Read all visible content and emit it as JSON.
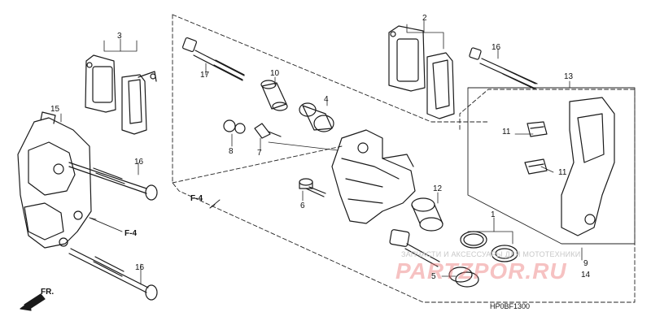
{
  "callouts": {
    "c1": "1",
    "c2": "2",
    "c3": "3",
    "c4": "4",
    "c5": "5",
    "c6": "6",
    "c7": "7",
    "c8": "8",
    "c9": "9",
    "c10": "10",
    "c11a": "11",
    "c11b": "11",
    "c12": "12",
    "c13": "13",
    "c14": "14",
    "c15": "15",
    "c16a": "16",
    "c16b": "16",
    "c16c": "16",
    "c17": "17",
    "f4a": "F-4",
    "f4b": "F-4"
  },
  "front_arrow": "FR.",
  "watermark": {
    "line1": "ЗАПЧАСТИ И АКСЕССУАРЫ ДЛЯ МОТОТЕХНИКИ",
    "brand": "PARTZPOR.RU"
  },
  "figure_code": "HP0BF1300"
}
